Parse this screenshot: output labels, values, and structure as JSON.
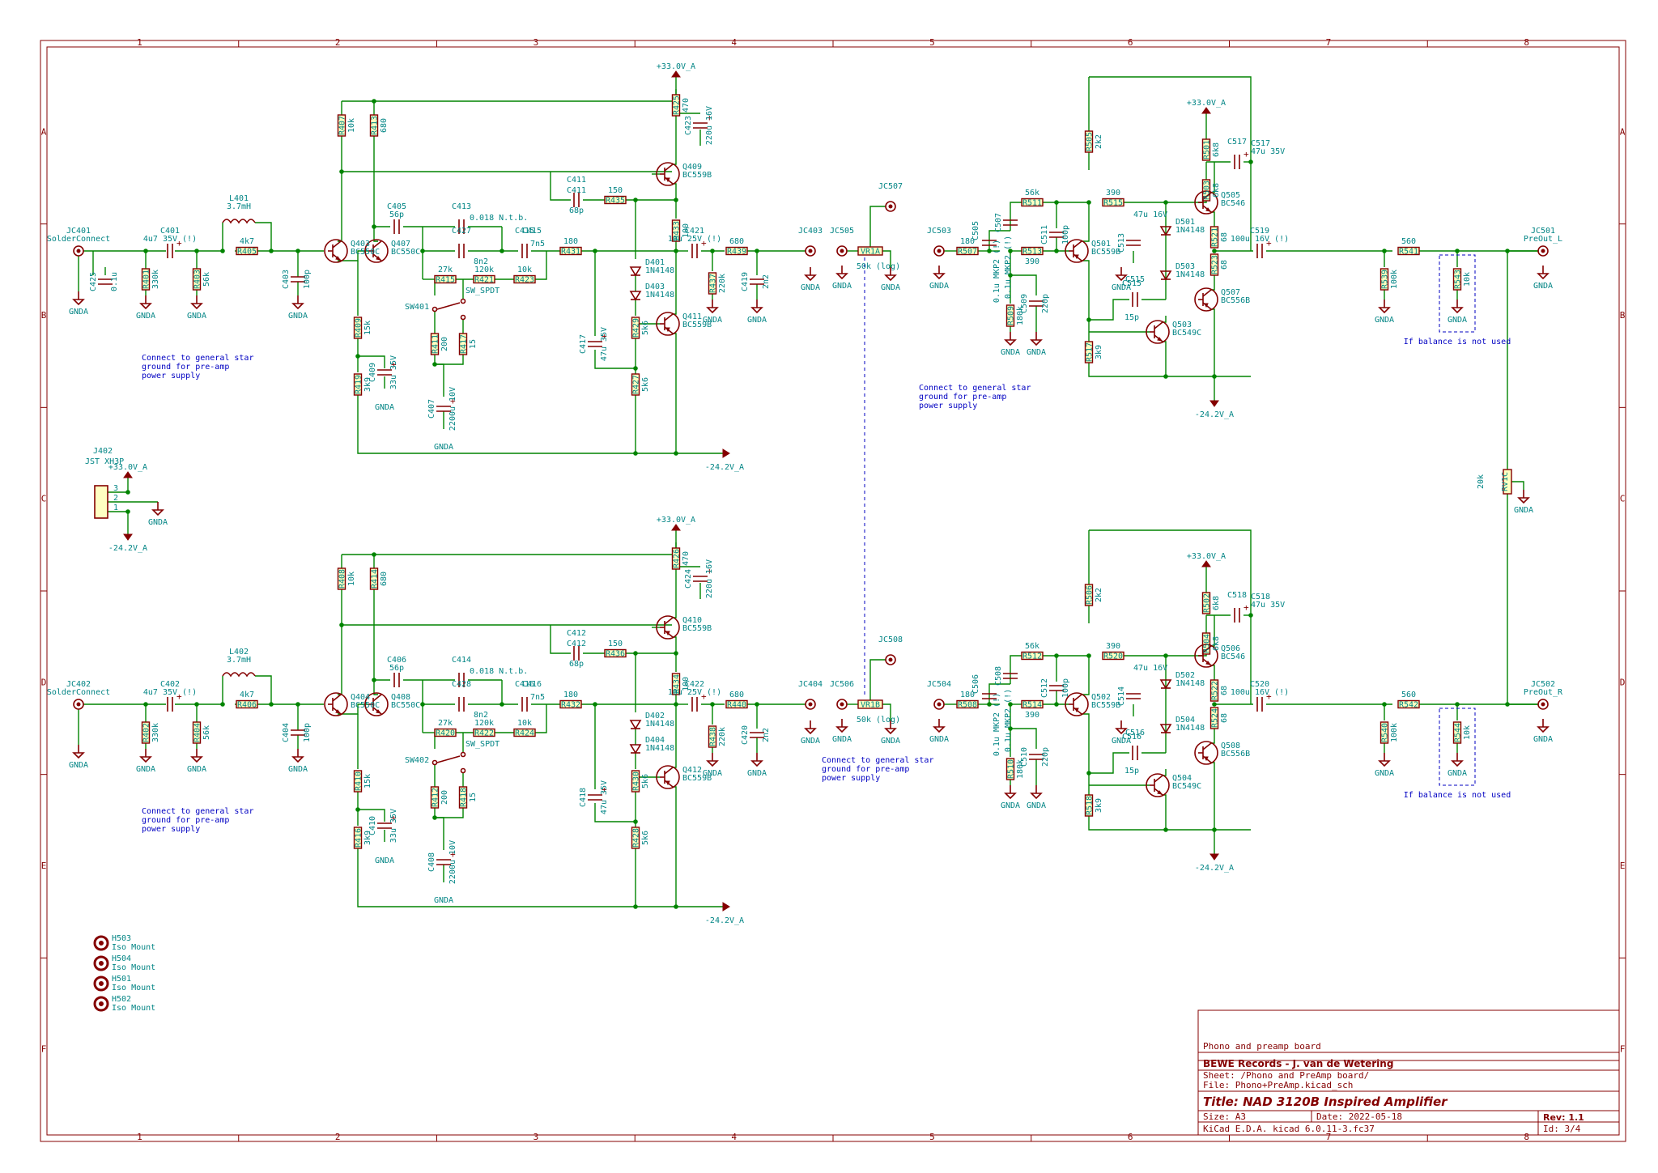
{
  "frame": {
    "columns": [
      "1",
      "2",
      "3",
      "4",
      "5",
      "6",
      "7",
      "8"
    ],
    "rows": [
      "A",
      "B",
      "C",
      "D",
      "E",
      "F"
    ]
  },
  "colors": {
    "wire": "#008400",
    "component": "#840000",
    "text": "#008484",
    "note": "#0000c2",
    "body": "#ffffc2"
  },
  "title_block": {
    "project": "Phono and preamp board",
    "company": "BEWE Records - J. van de Wetering",
    "sheet": "Sheet: /Phono and PreAmp board/",
    "file": "File: Phono+PreAmp.kicad_sch",
    "title": "Title: NAD 3120B Inspired Amplifier",
    "size": "Size: A3",
    "date": "Date: 2022-05-18",
    "rev": "Rev: 1.1",
    "tool": "KiCad E.D.A.  kicad 6.0.11-3.fc37",
    "id": "Id: 3/4"
  },
  "rails": {
    "pos": "+33.0V_A",
    "neg": "-24.2V_A",
    "gnd": "GNDA"
  },
  "notes": {
    "star_ground": [
      "Connect to general star",
      "ground for pre-amp",
      "power supply"
    ],
    "balance": "If balance is not used"
  },
  "connector": {
    "ref": "J402",
    "value": "JST XH3P",
    "pins": [
      "3",
      "2",
      "1"
    ]
  },
  "holes": [
    {
      "ref": "H503",
      "value": "Iso Mount"
    },
    {
      "ref": "H504",
      "value": "Iso Mount"
    },
    {
      "ref": "H501",
      "value": "Iso Mount"
    },
    {
      "ref": "H502",
      "value": "Iso Mount"
    }
  ],
  "phono": [
    {
      "jin": "JC401",
      "jin_v": "SolderConnect",
      "cin": "C401",
      "cin_v": "4u7 35V (!)",
      "cx": "C425",
      "cx_v": "0.1u",
      "r1": "R401",
      "r1_v": "330k",
      "r2": "R403",
      "r2_v": "56k",
      "l": "L401",
      "l_v": "3.7mH",
      "rl": "R405",
      "rl_v": "4k7",
      "c403": "C403",
      "c403_v": "100p",
      "qa": "Q403",
      "qa_v": "BC550C",
      "qb": "Q407",
      "qb_v": "BC550C",
      "c405": "C405",
      "c405_v": "56p",
      "c413": "C413",
      "c413_v": "0.018 N.t.b.",
      "c427": "C427",
      "c427_v": "8n2",
      "r415": "R415",
      "r415_v": "27k",
      "r421": "R421",
      "r421_v": "120k",
      "r423": "R423",
      "r423_v": "10k",
      "c415": "C415",
      "c415_v": "7n5",
      "sw": "SW401",
      "sw_v": "SW_SPDT",
      "r411": "R411",
      "r411_v": "200",
      "r417": "R417",
      "r417_v": "15",
      "c407": "C407",
      "c407_v": "2200u 10V",
      "rtop1": "R407",
      "rtop1_v": "10k",
      "rtop2": "R413",
      "rtop2_v": "680",
      "r409": "R409",
      "r409_v": "15k",
      "c409": "C409",
      "c409_v": "33u 35V",
      "r419": "R419",
      "r419_v": "3k9",
      "r431": "R431",
      "r431_v": "180",
      "c411": "C411",
      "c411_v": "68p",
      "r435": "R435",
      "r435_v": "150",
      "r425": "R425",
      "r425_v": "470",
      "c423": "C423",
      "c423_v": "220u 16V",
      "q409": "Q409",
      "q409_v": "BC559B",
      "r433": "R433",
      "r433_v": "100",
      "d401": "D401",
      "d401_v": "1N4148",
      "d403": "D403",
      "d403_v": "1N4148",
      "q411": "Q411",
      "q411_v": "BC559B",
      "c417": "C417",
      "c417_v": "47u 35V",
      "r429": "R429",
      "r429_v": "5k6",
      "r427": "R427",
      "r427_v": "5k6",
      "c421": "C421",
      "c421_v": "10u 25V (!)",
      "r439": "R439",
      "r439_v": "680",
      "r437": "R437",
      "r437_v": "220k",
      "c419": "C419",
      "c419_v": "2n2",
      "jout": "JC403"
    },
    {
      "jin": "JC402",
      "jin_v": "SolderConnect",
      "cin": "C402",
      "cin_v": "4u7 35V (!)",
      "cx": "",
      "cx_v": "",
      "r1": "R402",
      "r1_v": "330k",
      "r2": "R404",
      "r2_v": "56k",
      "l": "L402",
      "l_v": "3.7mH",
      "rl": "R406",
      "rl_v": "4k7",
      "c403": "C404",
      "c403_v": "100p",
      "qa": "Q404",
      "qa_v": "BC550C",
      "qb": "Q408",
      "qb_v": "BC550C",
      "c405": "C406",
      "c405_v": "56p",
      "c413": "C414",
      "c413_v": "0.018 N.t.b.",
      "c427": "C428",
      "c427_v": "8n2",
      "r415": "R420",
      "r415_v": "27k",
      "r421": "R422",
      "r421_v": "120k",
      "r423": "R424",
      "r423_v": "10k",
      "c415": "C416",
      "c415_v": "7n5",
      "sw": "SW402",
      "sw_v": "SW_SPDT",
      "r411": "R412",
      "r411_v": "200",
      "r417": "R418",
      "r417_v": "15",
      "c407": "C408",
      "c407_v": "2200u 10V",
      "rtop1": "R408",
      "rtop1_v": "10k",
      "rtop2": "R414",
      "rtop2_v": "680",
      "r409": "R410",
      "r409_v": "15k",
      "c409": "C410",
      "c409_v": "33u 35V",
      "r419": "R416",
      "r419_v": "3k9",
      "r431": "R432",
      "r431_v": "180",
      "c411": "C412",
      "c411_v": "68p",
      "r435": "R436",
      "r435_v": "150",
      "r425": "R426",
      "r425_v": "470",
      "c423": "C424",
      "c423_v": "220u 16V",
      "q409": "Q410",
      "q409_v": "BC559B",
      "r433": "R434",
      "r433_v": "100",
      "d401": "D402",
      "d401_v": "1N4148",
      "d403": "D404",
      "d403_v": "1N4148",
      "q411": "Q412",
      "q411_v": "BC559B",
      "c417": "C418",
      "c417_v": "47u 35V",
      "r429": "R430",
      "r429_v": "5k6",
      "r427": "R428",
      "r427_v": "5k6",
      "c421": "C422",
      "c421_v": "10u 25V (!)",
      "r439": "R440",
      "r439_v": "680",
      "r437": "R438",
      "r437_v": "220k",
      "c419": "C420",
      "c419_v": "2n2",
      "jout": "JC404"
    }
  ],
  "vol": [
    {
      "j1": "JC505",
      "vr": "VR1A",
      "vr_v": "50k (log)",
      "j2": "JC507"
    },
    {
      "j1": "JC506",
      "vr": "VR1B",
      "vr_v": "50k (log)",
      "j2": "JC508"
    }
  ],
  "pre": [
    {
      "jin": "JC503",
      "rin": "R507",
      "rin_v": "180",
      "c505": "C505",
      "c505_v": "0.1u MKP2 (!)",
      "c507": "C507",
      "c507_v": "0.1u MKP2 (!)",
      "c511": "C511",
      "c511_v": "100p",
      "r511": "R511",
      "r511_v": "56k",
      "r513": "R513",
      "r513_v": "390",
      "r515": "R515",
      "r515_v": "390",
      "r509": "R509",
      "r509_v": "180k",
      "c509": "C509",
      "c509_v": "220p",
      "q501": "Q501",
      "q501_v": "BC559B",
      "r505": "R505",
      "r505_v": "2k2",
      "r503": "R503",
      "r503_v": "6k8",
      "r501": "R501",
      "r501_v": "6k8",
      "c517": "C517",
      "c517_v": "47u 35V",
      "c513": "C513",
      "c513_v": "47u 16V",
      "d501": "D501",
      "d501_v": "1N4148",
      "d503": "D503",
      "d503_v": "1N4148",
      "q505": "Q505",
      "q505_v": "BC546",
      "q507": "Q507",
      "q507_v": "BC556B",
      "q503": "Q503",
      "q503_v": "BC549C",
      "r521": "R521",
      "r521_v": "68",
      "r523": "R523",
      "r523_v": "68",
      "c515": "C515",
      "c515_v": "15p",
      "r517": "R517",
      "r517_v": "3k9",
      "c519": "C519",
      "c519_v": "100u 16V (!)",
      "r541": "R541",
      "r541_v": "560",
      "r539": "R539",
      "r539_v": "100k",
      "r543": "R543",
      "r543_v": "10k",
      "jout": "JC501",
      "jout_v": "PreOut_L"
    },
    {
      "jin": "JC504",
      "rin": "R508",
      "rin_v": "180",
      "c505": "C506",
      "c505_v": "0.1u MKP2 (!)",
      "c507": "C508",
      "c507_v": "0.1u MKP2 (!)",
      "c511": "C512",
      "c511_v": "100p",
      "r511": "R512",
      "r511_v": "56k",
      "r513": "R514",
      "r513_v": "390",
      "r515": "R520",
      "r515_v": "390",
      "r509": "R510",
      "r509_v": "180k",
      "c509": "C510",
      "c509_v": "220p",
      "q501": "Q502",
      "q501_v": "BC559B",
      "r505": "R506",
      "r505_v": "2k2",
      "r503": "R504",
      "r503_v": "6k8",
      "r501": "R502",
      "r501_v": "6k8",
      "c517": "C518",
      "c517_v": "47u 35V",
      "c513": "C514",
      "c513_v": "47u 16V",
      "d501": "D502",
      "d501_v": "1N4148",
      "d503": "D504",
      "d503_v": "1N4148",
      "q505": "Q506",
      "q505_v": "BC546",
      "q507": "Q508",
      "q507_v": "BC556B",
      "q503": "Q504",
      "q503_v": "BC549C",
      "r521": "R522",
      "r521_v": "68",
      "r523": "R524",
      "r523_v": "68",
      "c515": "C516",
      "c515_v": "15p",
      "r517": "R518",
      "r517_v": "3k9",
      "c519": "C520",
      "c519_v": "100u 16V (!)",
      "r541": "R542",
      "r541_v": "560",
      "r539": "R540",
      "r539_v": "100k",
      "r543": "R544",
      "r543_v": "10k",
      "jout": "JC502",
      "jout_v": "PreOut_R"
    }
  ],
  "balance_pot": {
    "ref": "RV1C",
    "value": "20k"
  }
}
